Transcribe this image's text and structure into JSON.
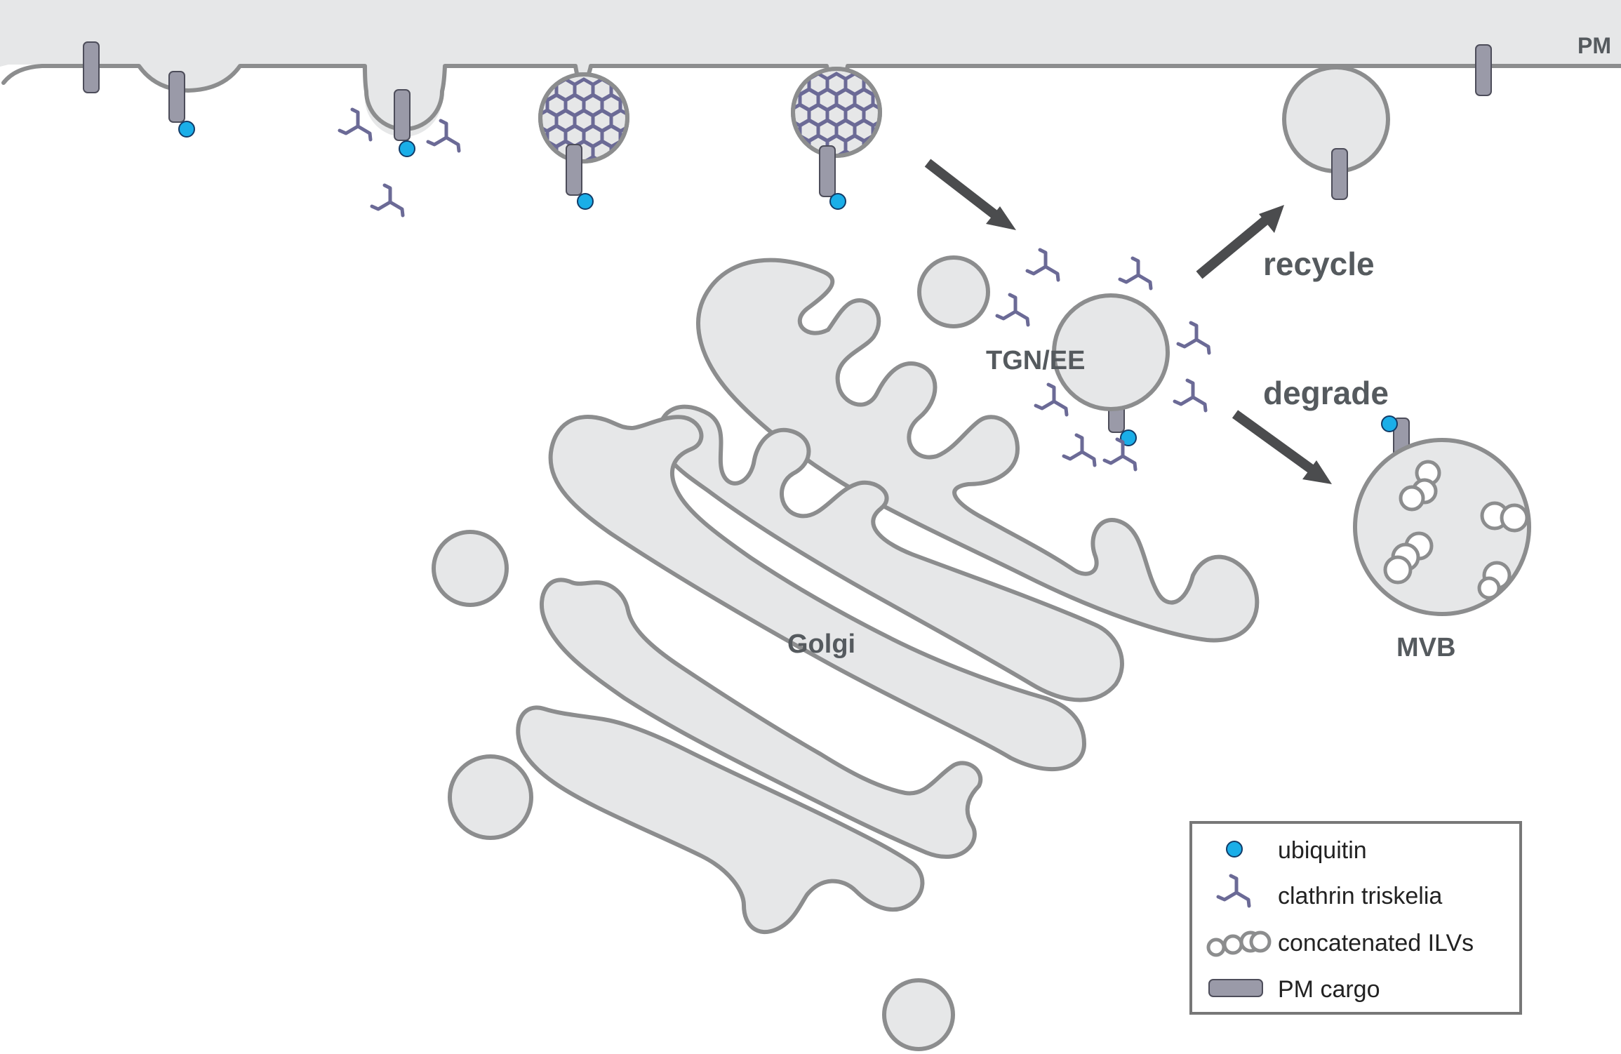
{
  "labels": {
    "pm": "PM",
    "tgn": "TGN/EE",
    "golgi": "Golgi",
    "recycle": "recycle",
    "degrade": "degrade",
    "mvb": "MVB"
  },
  "legend": {
    "items": [
      {
        "icon": "ubiquitin-icon",
        "label": "ubiquitin"
      },
      {
        "icon": "clathrin-triskelia-icon",
        "label": "clathrin triskelia"
      },
      {
        "icon": "concatenated-ilvs-icon",
        "label": "concatenated ILVs"
      },
      {
        "icon": "pm-cargo-icon",
        "label": "PM cargo"
      }
    ]
  },
  "colors": {
    "membrane_fill": "#e6e7e8",
    "membrane_stroke": "#8c8d8e",
    "cargo": "#9a9aa8",
    "ubiquitin": "#1aaee8",
    "clathrin": "#6b6a96",
    "arrow": "#4b4c4e",
    "label": "#555a5e"
  }
}
